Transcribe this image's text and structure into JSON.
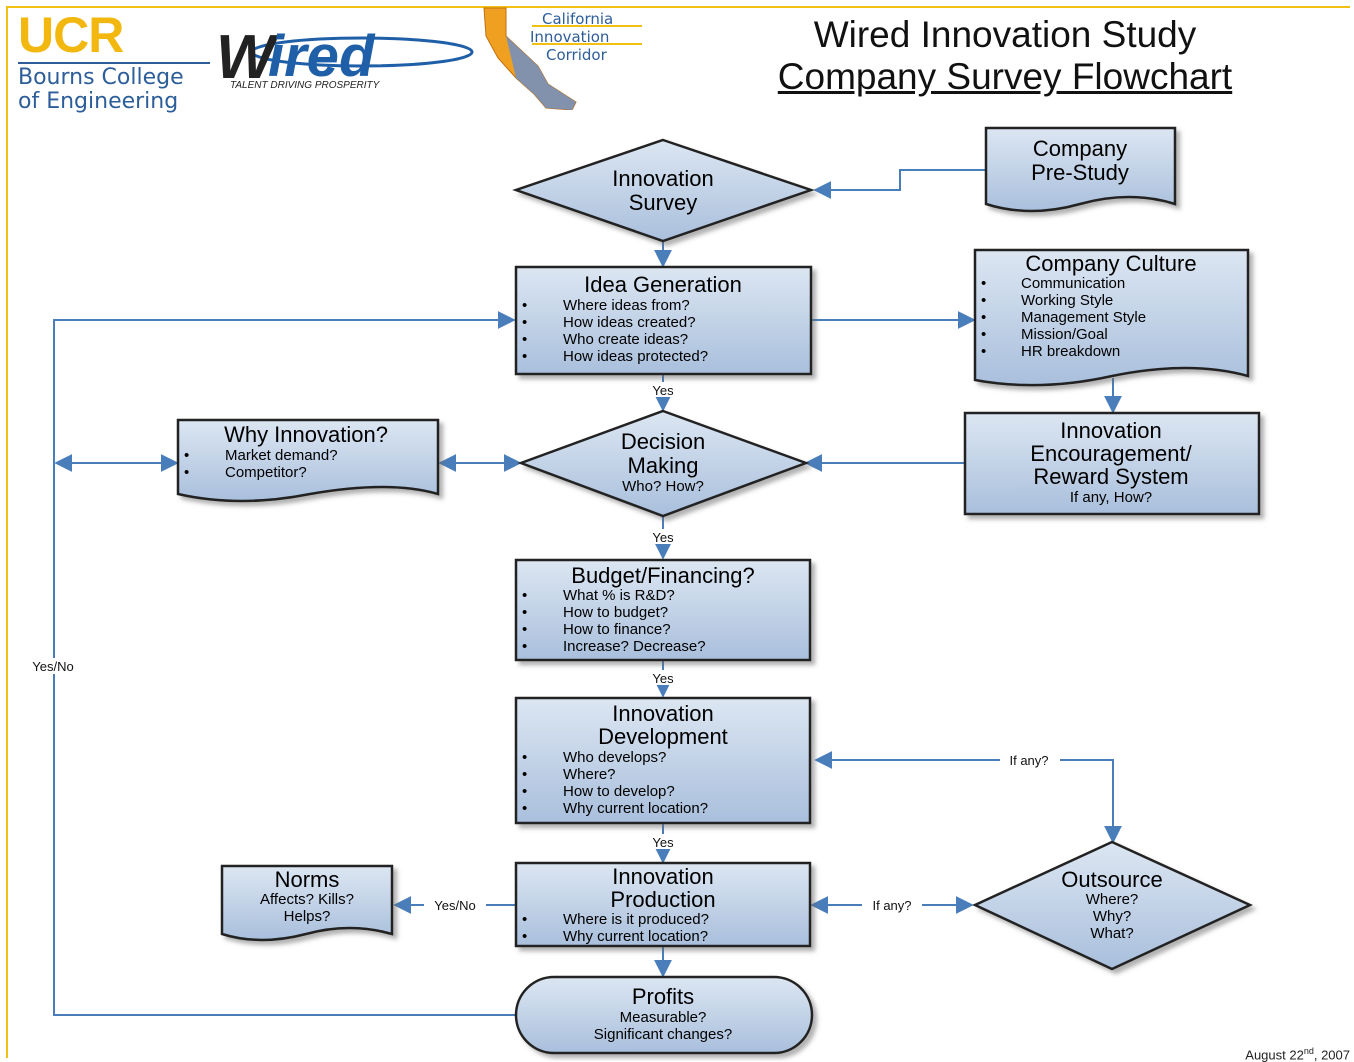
{
  "header": {
    "ucr": "UCR",
    "college_line1": "Bourns College",
    "college_line2": "of Engineering",
    "wired": "Wired",
    "wired_tagline": "TALENT DRIVING PROSPERITY",
    "corridor_line1": "California",
    "corridor_line2": "Innovation",
    "corridor_line3": "Corridor",
    "title_line1": "Wired Innovation Study",
    "title_line2": "Company Survey Flowchart"
  },
  "footer": {
    "date_prefix": "August 22",
    "date_sup": "nd",
    "date_suffix": ", 2007"
  },
  "nodes": {
    "prestudy": {
      "lines": [
        "Company",
        "Pre-Study"
      ]
    },
    "survey": {
      "lines": [
        "Innovation",
        "Survey"
      ]
    },
    "idea": {
      "title": "Idea Generation",
      "bullets": [
        "Where ideas from?",
        "How ideas created?",
        "Who create ideas?",
        "How ideas protected?"
      ]
    },
    "culture": {
      "title": "Company Culture",
      "bullets": [
        "Communication",
        "Working Style",
        "Management Style",
        "Mission/Goal",
        "HR breakdown"
      ]
    },
    "why": {
      "title": "Why Innovation?",
      "bullets": [
        "Market demand?",
        "Competitor?"
      ]
    },
    "decision": {
      "lines": [
        "Decision",
        "Making"
      ],
      "sub": "Who? How?"
    },
    "reward": {
      "lines": [
        "Innovation",
        "Encouragement/",
        "Reward System"
      ],
      "sub": "If any, How?"
    },
    "budget": {
      "title": "Budget/Financing?",
      "bullets": [
        "What % is R&D?",
        "How to budget?",
        "How to finance?",
        "Increase? Decrease?"
      ]
    },
    "development": {
      "lines": [
        "Innovation",
        "Development"
      ],
      "bullets": [
        "Who develops?",
        "Where?",
        "How to develop?",
        "Why current location?"
      ]
    },
    "production": {
      "lines": [
        "Innovation",
        "Production"
      ],
      "bullets": [
        "Where is it produced?",
        "Why current location?"
      ]
    },
    "norms": {
      "title": "Norms",
      "sub": [
        "Affects? Kills?",
        "Helps?"
      ]
    },
    "outsource": {
      "title": "Outsource",
      "sub": [
        "Where?",
        "Why?",
        "What?"
      ]
    },
    "profits": {
      "title": "Profits",
      "sub": [
        "Measurable?",
        "Significant changes?"
      ]
    }
  },
  "edge_labels": {
    "yes1": "Yes",
    "yes2": "Yes",
    "yes3": "Yes",
    "yes4": "Yes",
    "yesno_loop": "Yes/No",
    "yesno_norms": "Yes/No",
    "ifany_dev": "If any?",
    "ifany_prod": "If any?"
  },
  "colors": {
    "box_fill_top": "#dce6f2",
    "box_fill_bottom": "#a9bfdc",
    "arrow": "#4a7ebb",
    "accent": "#f2c012"
  }
}
